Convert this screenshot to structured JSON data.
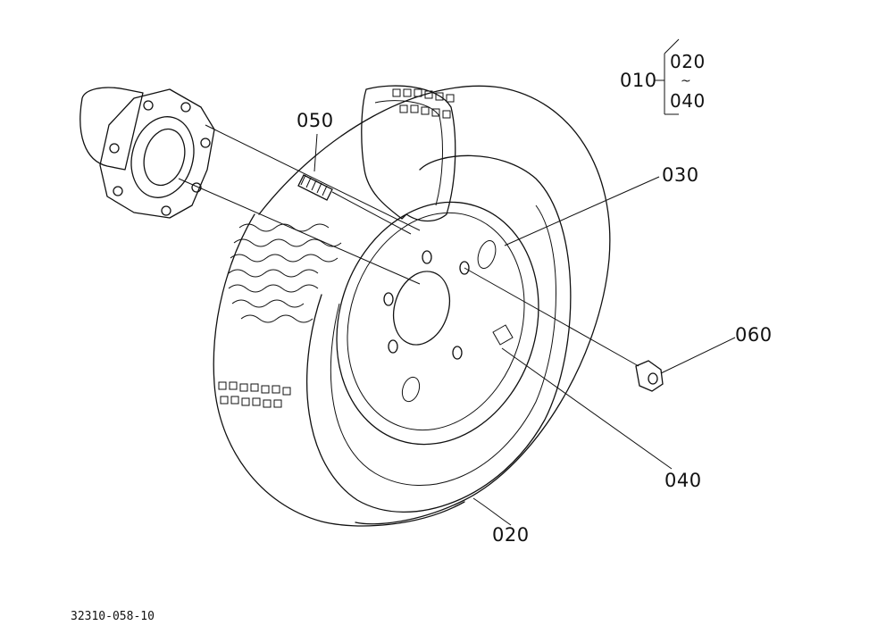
{
  "diagram": {
    "callouts": {
      "p010": "010",
      "p020_group": "020",
      "range_mark": "~",
      "p040_group": "040",
      "p050": "050",
      "p030": "030",
      "p060": "060",
      "p040": "040",
      "p020": "020"
    },
    "drawing_number": "32310-058-10"
  }
}
